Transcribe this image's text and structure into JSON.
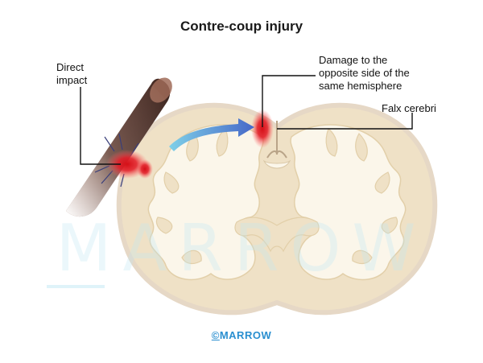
{
  "title": "Contre-coup injury",
  "labels": {
    "direct_impact": "Direct\nimpact",
    "damage": "Damage to the\nopposite side of the\nsame hemisphere",
    "falx": "Falx cerebri"
  },
  "watermark": "MARROW",
  "copyright": {
    "symbol": "©",
    "text": "MARROW"
  },
  "colors": {
    "title": "#1a1a1a",
    "brand": "#2a8fd0",
    "contusion": "#d40f17",
    "grey_matter": "#efe1c6",
    "white_matter": "#fbf6ea",
    "outline": "#e6d8c6",
    "rod": "#6e4a3c",
    "arrow_start": "#7fd0e8",
    "arrow_end": "#4668c8"
  },
  "icons": {
    "impact_object": "rod",
    "motion_arrow": "curved-arrow"
  }
}
